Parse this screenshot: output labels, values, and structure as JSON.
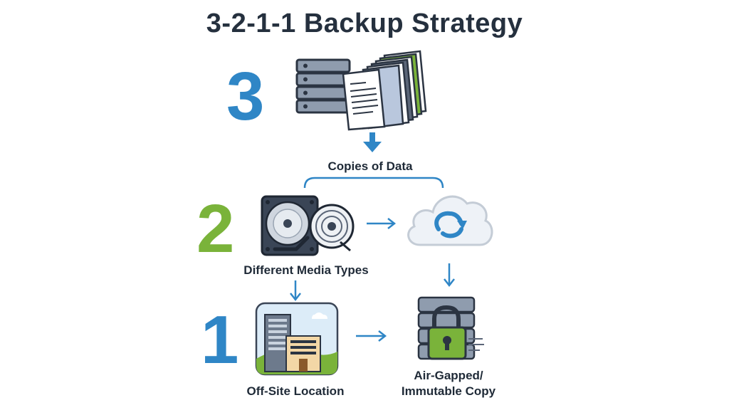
{
  "title": "3-2-1-1 Backup Strategy",
  "numbers": {
    "three": "3",
    "two": "2",
    "one": "1"
  },
  "labels": {
    "copies": "Copies of Data",
    "media": "Different Media Types",
    "offsite": "Off-Site Location",
    "airgap_line1": "Air-Gapped/",
    "airgap_line2": "Immutable Copy"
  },
  "colors": {
    "three": "#2f86c6",
    "two": "#7ab33a",
    "one": "#2f86c6",
    "arrow": "#2f86c6",
    "title": "#25303e"
  },
  "icons": [
    "server-stack-icon",
    "documents-stack-icon",
    "hard-drive-icon",
    "tape-reel-icon",
    "cloud-sync-icon",
    "office-building-icon",
    "locked-server-icon"
  ]
}
